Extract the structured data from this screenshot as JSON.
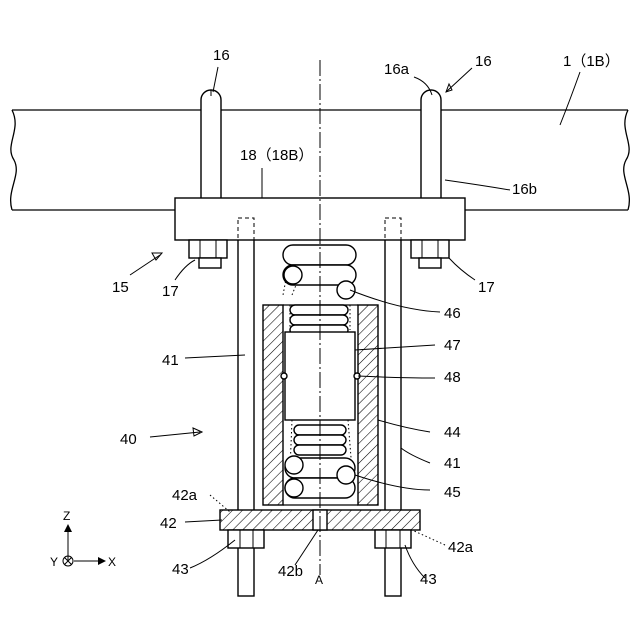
{
  "labels": {
    "pipe": "1（1B）",
    "ubolt_left": "16",
    "ubolt_right": "16",
    "ubolt_bend": "16a",
    "ubolt_leg": "16b",
    "plate": "18（18B）",
    "support_assembly": "15",
    "nut_left": "17",
    "nut_right": "17",
    "coil_spring": "46",
    "damper_body": "47",
    "pin": "48",
    "rod_left": "41",
    "rod_right": "41",
    "hanger_assembly": "40",
    "case": "44",
    "lower_spring": "45",
    "base_plate_left_a": "42a",
    "base_plate": "42",
    "lower_nut_left": "43",
    "base_plate_center": "42b",
    "axis": "A",
    "base_plate_right_a": "42a",
    "lower_nut_right": "43"
  },
  "axes": {
    "z": "Z",
    "y": "Y",
    "x": "X"
  }
}
